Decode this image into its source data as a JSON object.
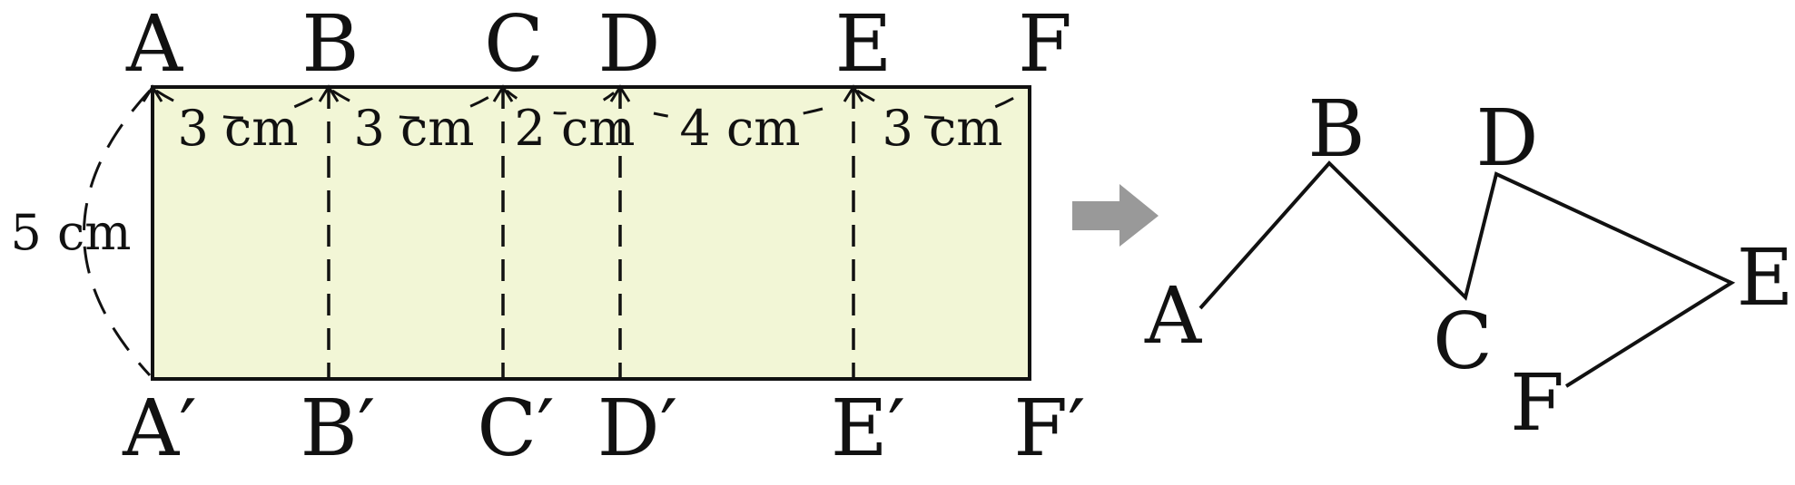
{
  "colors": {
    "stroke": "#111111",
    "fill": "#f2f6d6",
    "arrow": "#999999",
    "background": "#ffffff"
  },
  "left_figure": {
    "top_labels": [
      "A",
      "B",
      "C",
      "D",
      "E",
      "F"
    ],
    "bottom_labels": [
      "A′",
      "B′",
      "C′",
      "D′",
      "E′",
      "F′"
    ],
    "segments": [
      "3 cm",
      "3 cm",
      "2 cm",
      "4 cm",
      "3 cm"
    ],
    "segment_values_cm": [
      3,
      3,
      2,
      4,
      3
    ],
    "height_label": "5 cm",
    "height_cm": 5
  },
  "arrow_icon": "right-arrow-icon",
  "right_figure": {
    "labels": {
      "A": "A",
      "B": "B",
      "C": "C",
      "D": "D",
      "E": "E",
      "F": "F"
    }
  }
}
